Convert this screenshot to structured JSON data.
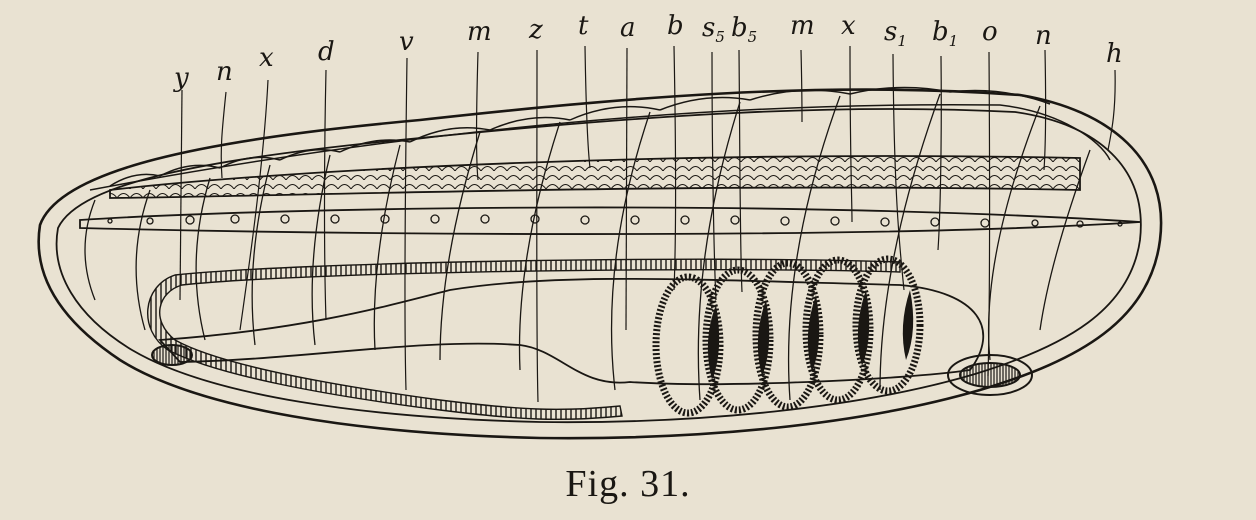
{
  "figure": {
    "caption": "Fig. 31."
  },
  "labels": [
    {
      "id": "y",
      "text": "y",
      "sub": ""
    },
    {
      "id": "n1",
      "text": "n",
      "sub": ""
    },
    {
      "id": "x1",
      "text": "x",
      "sub": ""
    },
    {
      "id": "d",
      "text": "d",
      "sub": ""
    },
    {
      "id": "v",
      "text": "v",
      "sub": ""
    },
    {
      "id": "m1",
      "text": "m",
      "sub": ""
    },
    {
      "id": "z",
      "text": "z",
      "sub": ""
    },
    {
      "id": "t",
      "text": "t",
      "sub": ""
    },
    {
      "id": "a",
      "text": "a",
      "sub": ""
    },
    {
      "id": "b",
      "text": "b",
      "sub": ""
    },
    {
      "id": "s5",
      "text": "s",
      "sub": "5"
    },
    {
      "id": "b5",
      "text": "b",
      "sub": "5"
    },
    {
      "id": "m2",
      "text": "m",
      "sub": ""
    },
    {
      "id": "x2",
      "text": "x",
      "sub": ""
    },
    {
      "id": "s1",
      "text": "s",
      "sub": "1"
    },
    {
      "id": "b1",
      "text": "b",
      "sub": "1"
    },
    {
      "id": "o",
      "text": "o",
      "sub": ""
    },
    {
      "id": "n2",
      "text": "n",
      "sub": ""
    },
    {
      "id": "h",
      "text": "h",
      "sub": ""
    }
  ],
  "colors": {
    "paper": "#e9e2d2",
    "ink": "#1a1713"
  }
}
